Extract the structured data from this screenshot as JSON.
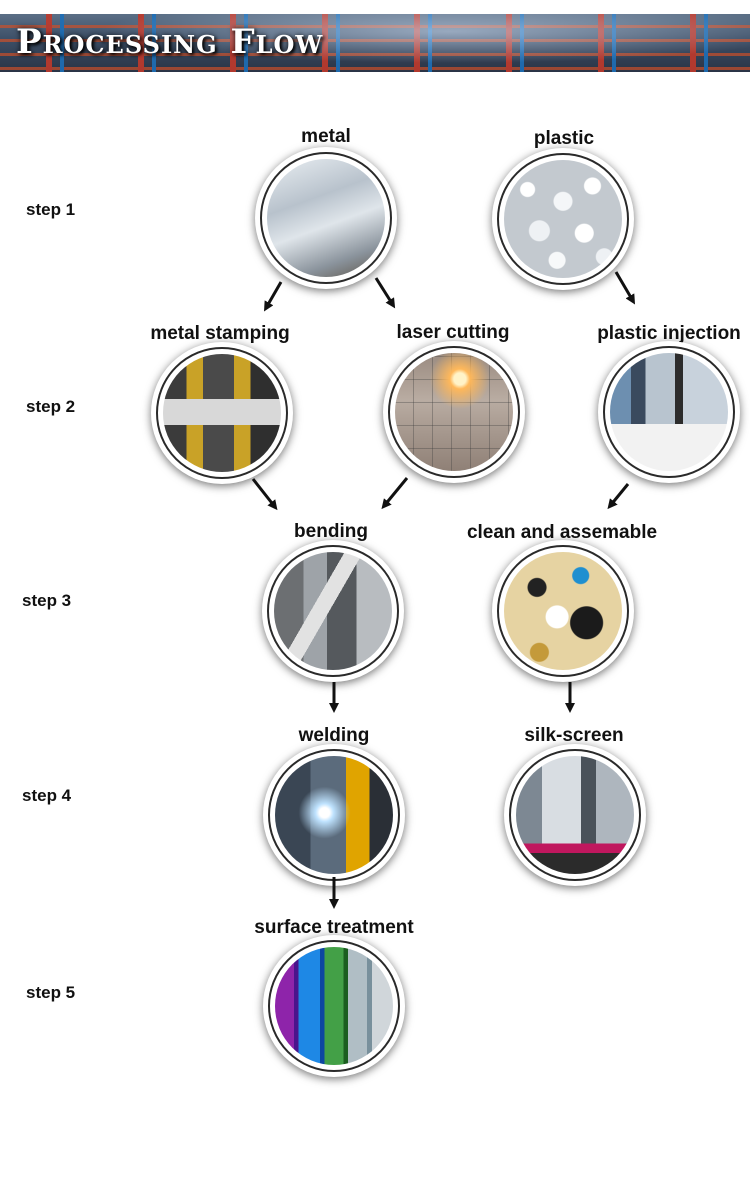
{
  "banner": {
    "title": "Processing Flow"
  },
  "steps": [
    "step 1",
    "step 2",
    "step 3",
    "step 4",
    "step 5"
  ],
  "nodes": {
    "metal": "metal",
    "plastic": "plastic",
    "metal_stamping": "metal stamping",
    "laser_cutting": "laser cutting",
    "plastic_injection": "plastic injection",
    "bending": "bending",
    "clean_assemble": "clean and assemable",
    "welding": "welding",
    "silk_screen": "silk-screen",
    "surface_treatment": "surface treatment"
  },
  "colors": {
    "text": "#111111",
    "ring": "#2a2a2a",
    "arrow": "#111111"
  }
}
